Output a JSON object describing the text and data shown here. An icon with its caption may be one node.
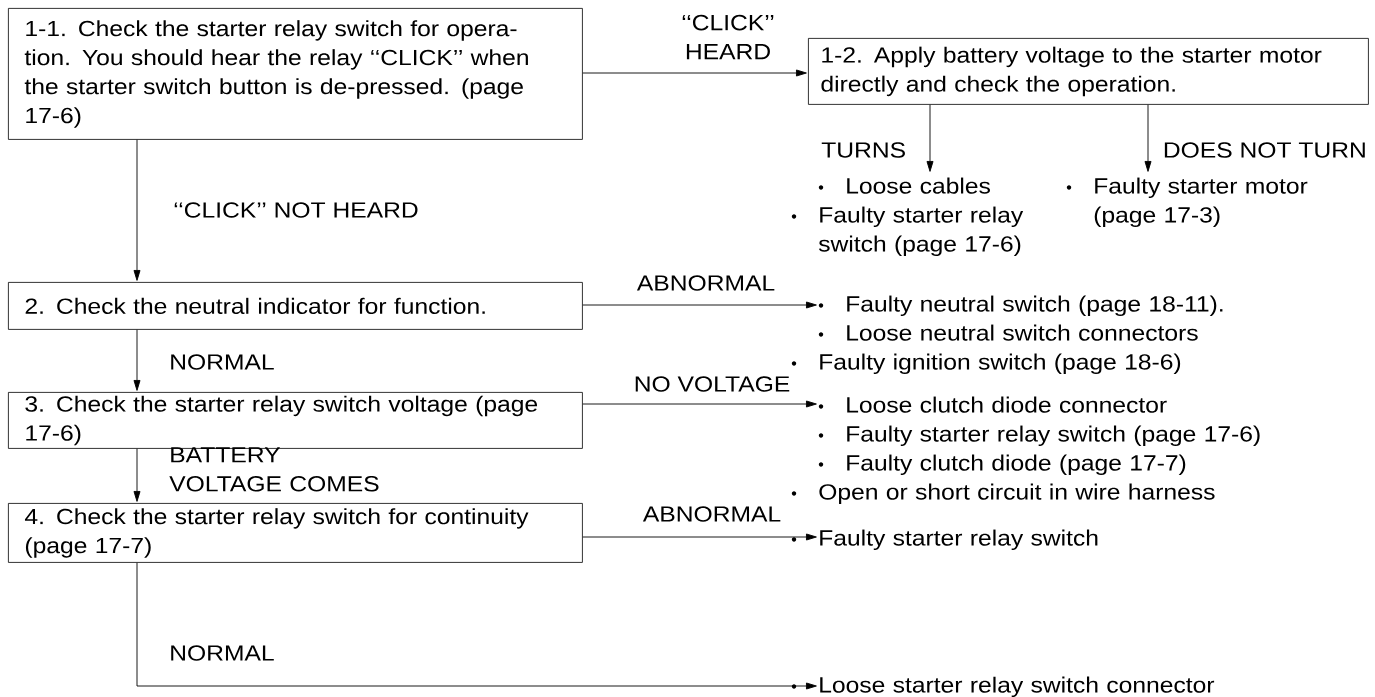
{
  "diagram": {
    "nodes": [
      {
        "text": [
          "1-1. Check the starter relay switch for opera-tion. You should hear the relay ‘‘CLICK’’ when the starter switch button is de-pressed. (page 17-6)"
        ]
      },
      {
        "text": [
          "1-2. Apply battery voltage to the starter motor directly and check the operation."
        ]
      },
      {
        "text": [
          "Loose cables",
          "Faulty starter relay switch (page 17-6)"
        ]
      },
      {
        "text": [
          "Faulty starter motor (page 17-3)"
        ]
      },
      {
        "text": [
          "2. Check the neutral indicator for function."
        ]
      },
      {
        "text": [
          "Faulty neutral switch (page 18-11).",
          "Loose neutral switch connectors",
          "Faulty ignition switch (page 18-6)"
        ]
      },
      {
        "text": [
          "3. Check the starter relay switch voltage (page 17-6)"
        ]
      },
      {
        "text": [
          "Loose clutch diode connector",
          "Faulty starter relay switch (page 17-6)",
          "Faulty clutch diode (page 17-7)",
          "Open or short circuit in wire harness"
        ]
      },
      {
        "text": [
          "4. Check the starter relay switch for continuity (page 17-7)"
        ]
      },
      {
        "text": [
          "Faulty starter relay switch"
        ]
      },
      {
        "text": [
          "Loose starter relay switch connector"
        ]
      }
    ],
    "edges": [
      {
        "from": 0,
        "to": 1,
        "arrow": "to",
        "label": "‘‘CLICK’’ HEARD"
      },
      {
        "from": 1,
        "to": 2,
        "arrow": "to",
        "label": "TURNS"
      },
      {
        "from": 1,
        "to": 3,
        "arrow": "to",
        "label": "DOES NOT TURN"
      },
      {
        "from": 0,
        "to": 4,
        "arrow": "to",
        "label": "‘‘CLICK’’ NOT HEARD"
      },
      {
        "from": 4,
        "to": 5,
        "arrow": "to",
        "label": "ABNORMAL"
      },
      {
        "from": 4,
        "to": 6,
        "arrow": "to",
        "label": "NORMAL"
      },
      {
        "from": 6,
        "to": 7,
        "arrow": "to",
        "label": "NO VOLTAGE"
      },
      {
        "from": 6,
        "to": 8,
        "arrow": "to",
        "label": "BATTERY VOLTAGE COMES"
      },
      {
        "from": 8,
        "to": 9,
        "arrow": "to",
        "label": "ABNORMAL"
      },
      {
        "from": 8,
        "to": 10,
        "arrow": "to",
        "label": "NORMAL"
      }
    ]
  }
}
